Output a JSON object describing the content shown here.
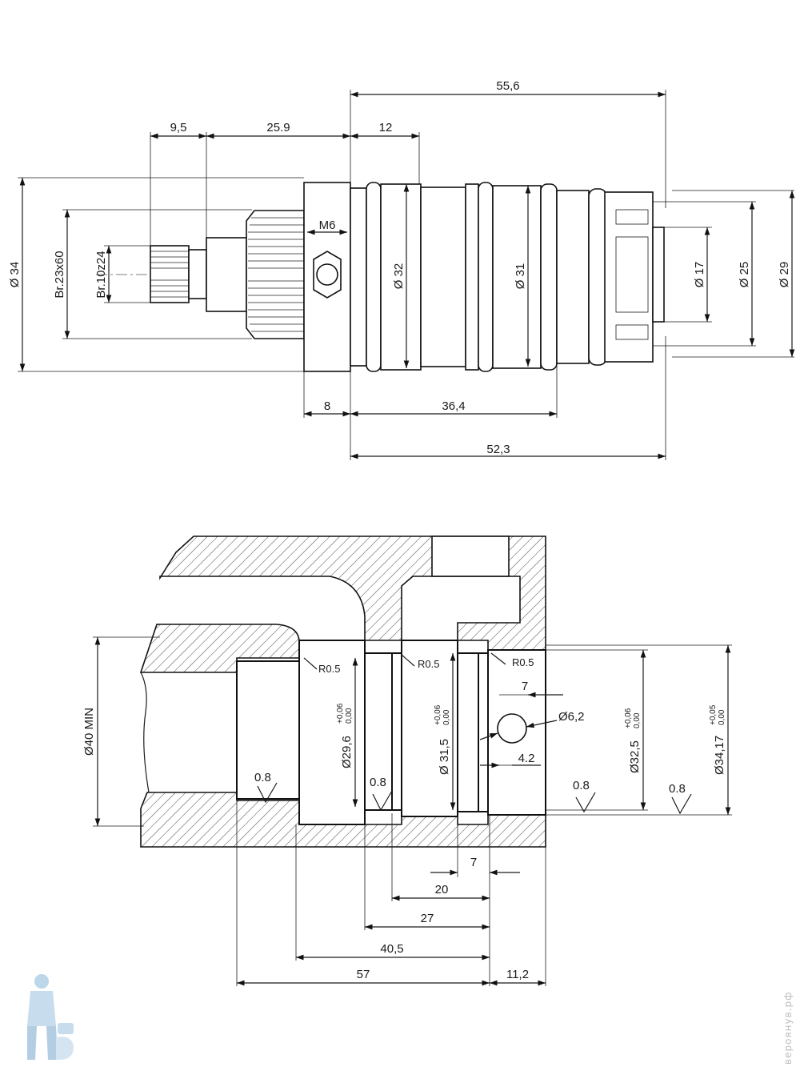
{
  "top_view": {
    "dims": {
      "d_55_6": "55,6",
      "d_9_5": "9,5",
      "d_25_9": "25.9",
      "d_12": "12",
      "d_8": "8",
      "d_36_4": "36,4",
      "d_52_3": "52,3"
    },
    "diameters": {
      "dia_34": "Ø 34",
      "br_23x60": "Br.23x60",
      "br_10z24": "Br.10z24",
      "m6": "M6",
      "dia_32": "Ø 32",
      "dia_31": "Ø 31",
      "dia_17": "Ø 17",
      "dia_25": "Ø 25",
      "dia_29": "Ø 29"
    }
  },
  "section_view": {
    "radii": {
      "r1": "R0.5",
      "r2": "R0.5",
      "r3": "R0.5"
    },
    "diameters": {
      "dia_40_min": "Ø40 MIN",
      "dia_29_6": "Ø29,6",
      "dia_29_6_tol_upper": "+0,06",
      "dia_29_6_tol_lower": "0,00",
      "dia_31_5": "Ø 31,5",
      "dia_31_5_tol_upper": "+0,06",
      "dia_31_5_tol_lower": "0,00",
      "dia_32_5": "Ø32,5",
      "dia_32_5_tol_upper": "+0,06",
      "dia_32_5_tol_lower": "0,00",
      "dia_34_17": "Ø34,17",
      "dia_34_17_tol_upper": "+0,05",
      "dia_34_17_tol_lower": "0,00",
      "dia_6_2": "Ø6,2"
    },
    "dims": {
      "d_7_hole": "7",
      "d_4_2": "4.2",
      "d_7_bottom": "7",
      "d_20": "20",
      "d_27": "27",
      "d_40_5": "40,5",
      "d_57": "57",
      "d_11_2": "11,2"
    },
    "roughness": {
      "ra1": "0.8",
      "ra2": "0.8",
      "ra3": "0.8",
      "ra4": "0.8"
    }
  },
  "watermark": "вероянув.рф"
}
